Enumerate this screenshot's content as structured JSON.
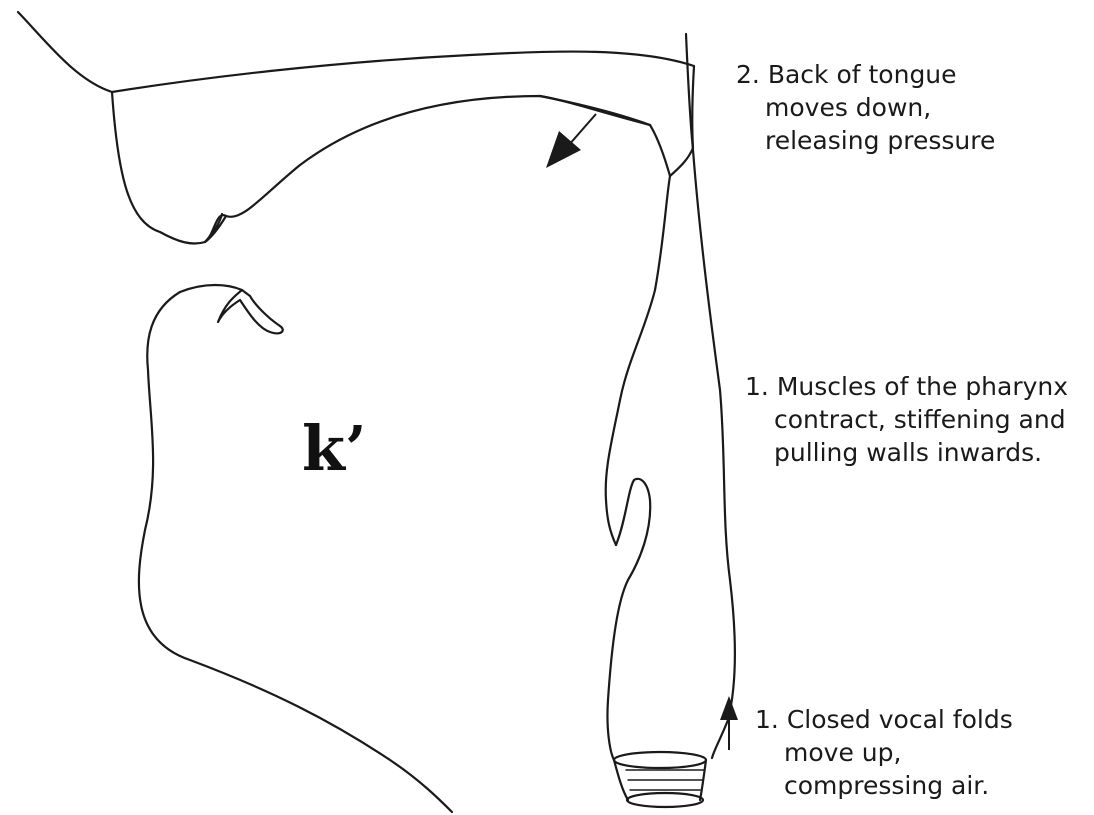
{
  "diagram": {
    "symbol": "k’",
    "annotations": [
      {
        "number": "2.",
        "lines": [
          "Back of tongue",
          "moves down,",
          "releasing pressure"
        ]
      },
      {
        "number": "1.",
        "lines": [
          "Muscles of the pharynx",
          "contract, stiffening and",
          "pulling walls inwards."
        ]
      },
      {
        "number": "1.",
        "lines": [
          "Closed vocal folds",
          "move up,",
          "compressing air."
        ]
      }
    ],
    "colors": {
      "line": "#1a1a1a",
      "background": "#ffffff"
    }
  }
}
